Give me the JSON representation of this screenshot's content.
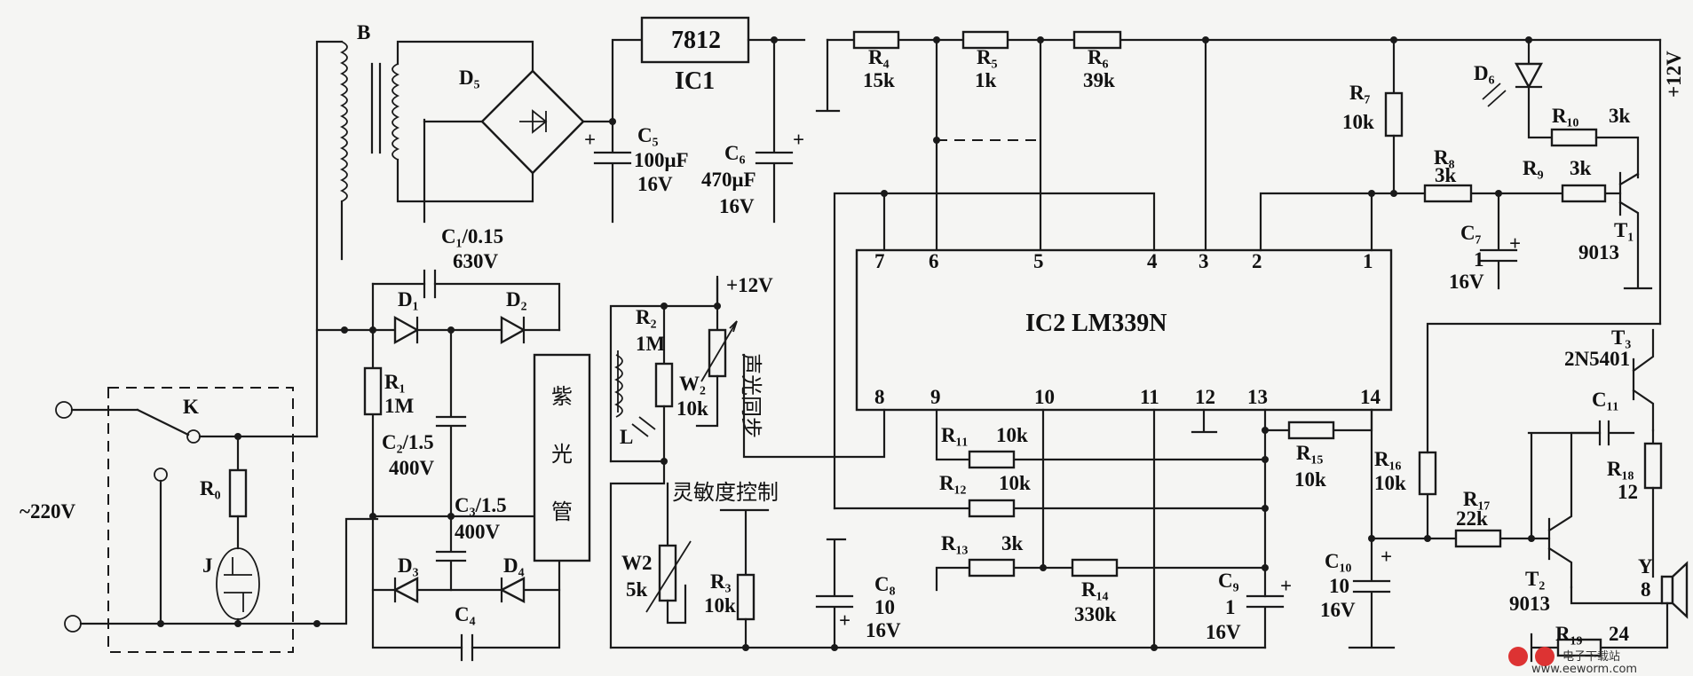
{
  "mains": {
    "voltage": "~220V",
    "switch": "K",
    "r0": "R₀",
    "lamp": "J"
  },
  "transformer": {
    "label": "B"
  },
  "bridge": {
    "label": "D₅"
  },
  "regulator": {
    "part": "7812",
    "name": "IC1"
  },
  "c5": {
    "name": "C₅",
    "value": "100μF",
    "volt": "16V"
  },
  "c6": {
    "name": "C₆",
    "value": "470μF",
    "volt": "16V"
  },
  "r4": {
    "name": "R₄",
    "value": "15k"
  },
  "r5": {
    "name": "R₅",
    "value": "1k"
  },
  "r6": {
    "name": "R₆",
    "value": "39k"
  },
  "r7": {
    "name": "R₇",
    "value": "10k"
  },
  "r8": {
    "name": "R₈",
    "value": "3k"
  },
  "r9": {
    "name": "R₉",
    "value": "3k"
  },
  "r10": {
    "name": "R₁₀",
    "value": "3k"
  },
  "d6": {
    "name": "D₆"
  },
  "t1": {
    "name": "T₁",
    "part": "9013"
  },
  "c7": {
    "name": "C₇",
    "value": "1",
    "volt": "16V"
  },
  "supply": {
    "right": "+12V",
    "w2_top": "+12V"
  },
  "ic2": {
    "label": "IC2  LM339N",
    "pins_top": [
      "7",
      "6",
      "5",
      "4",
      "3",
      "2",
      "1"
    ],
    "pins_bottom": [
      "8",
      "9",
      "10",
      "11",
      "12",
      "13",
      "14"
    ]
  },
  "c1": {
    "label": "C₁/0.15",
    "volt": "630V"
  },
  "d1": {
    "name": "D₁"
  },
  "d2": {
    "name": "D₂"
  },
  "d3": {
    "name": "D₃"
  },
  "d4": {
    "name": "D₄"
  },
  "r1": {
    "name": "R₁",
    "value": "1M"
  },
  "c2": {
    "label": "C₂/1.5",
    "volt": "400V"
  },
  "c3": {
    "label": "C₃/1.5",
    "volt": "400V"
  },
  "c4": {
    "name": "C₄"
  },
  "tube": [
    "紫",
    "光",
    "管"
  ],
  "r2": {
    "name": "R₂",
    "value": "1M"
  },
  "w2a": {
    "name": "W₂",
    "value": "10k"
  },
  "sensor": {
    "name": "L"
  },
  "sound_light": "声光同步",
  "sensitivity": "灵敏度控制",
  "w2b": {
    "name": "W2",
    "value": "5k"
  },
  "r3": {
    "name": "R₃",
    "value": "10k"
  },
  "c8": {
    "name": "C₈",
    "value": "10",
    "volt": "16V"
  },
  "r11": {
    "name": "R₁₁",
    "value": "10k"
  },
  "r12": {
    "name": "R₁₂",
    "value": "10k"
  },
  "r13": {
    "name": "R₁₃",
    "value": "3k"
  },
  "r14": {
    "name": "R₁₄",
    "value": "330k"
  },
  "r15": {
    "name": "R₁₅",
    "value": "10k"
  },
  "c9": {
    "name": "C₉",
    "value": "1",
    "volt": "16V"
  },
  "c10": {
    "name": "C₁₀",
    "value": "10",
    "volt": "16V"
  },
  "r16": {
    "name": "R₁₆",
    "value": "10k"
  },
  "r17": {
    "name": "R₁₇",
    "value": "22k"
  },
  "r18": {
    "name": "R₁₈",
    "value": "12"
  },
  "r19": {
    "name": "R₁₉",
    "value": "24"
  },
  "t2": {
    "name": "T₂",
    "part": "9013"
  },
  "t3": {
    "name": "T₃",
    "part": "2N5401"
  },
  "c11": {
    "name": "C₁₁"
  },
  "speaker": {
    "name": "Y",
    "value": "8"
  },
  "plus": "+",
  "watermark": {
    "brand": "电子下载站",
    "url": "www.eeworm.com"
  }
}
